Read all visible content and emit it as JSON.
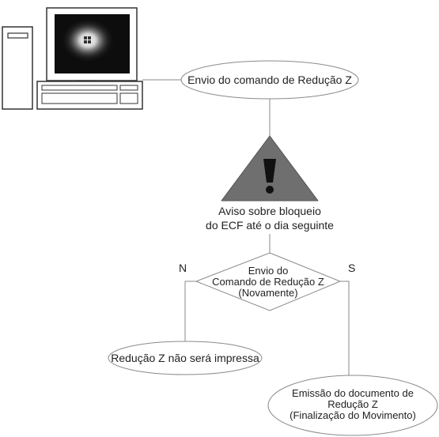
{
  "flowchart": {
    "computer": {
      "icon": "desktop-computer-icon"
    },
    "start": {
      "label": "Envio do comando de Redução Z"
    },
    "warning": {
      "icon": "warning-triangle-icon",
      "line1": "Aviso sobre bloqueio",
      "line2": "do ECF até o dia seguinte"
    },
    "decision": {
      "line1": "Envio do",
      "line2": "Comando de Redução Z",
      "line3": "(Novamente)"
    },
    "branch_no": "N",
    "branch_yes": "S",
    "result_no": {
      "label": "Redução Z não será impressa"
    },
    "result_yes": {
      "line1": "Emissão do documento de",
      "line2": "Redução Z",
      "line3": "(Finalização do Movimento)"
    }
  },
  "colors": {
    "line": "#8a8a8a",
    "warning_fill": "#6f6f6f",
    "text": "#222222"
  }
}
